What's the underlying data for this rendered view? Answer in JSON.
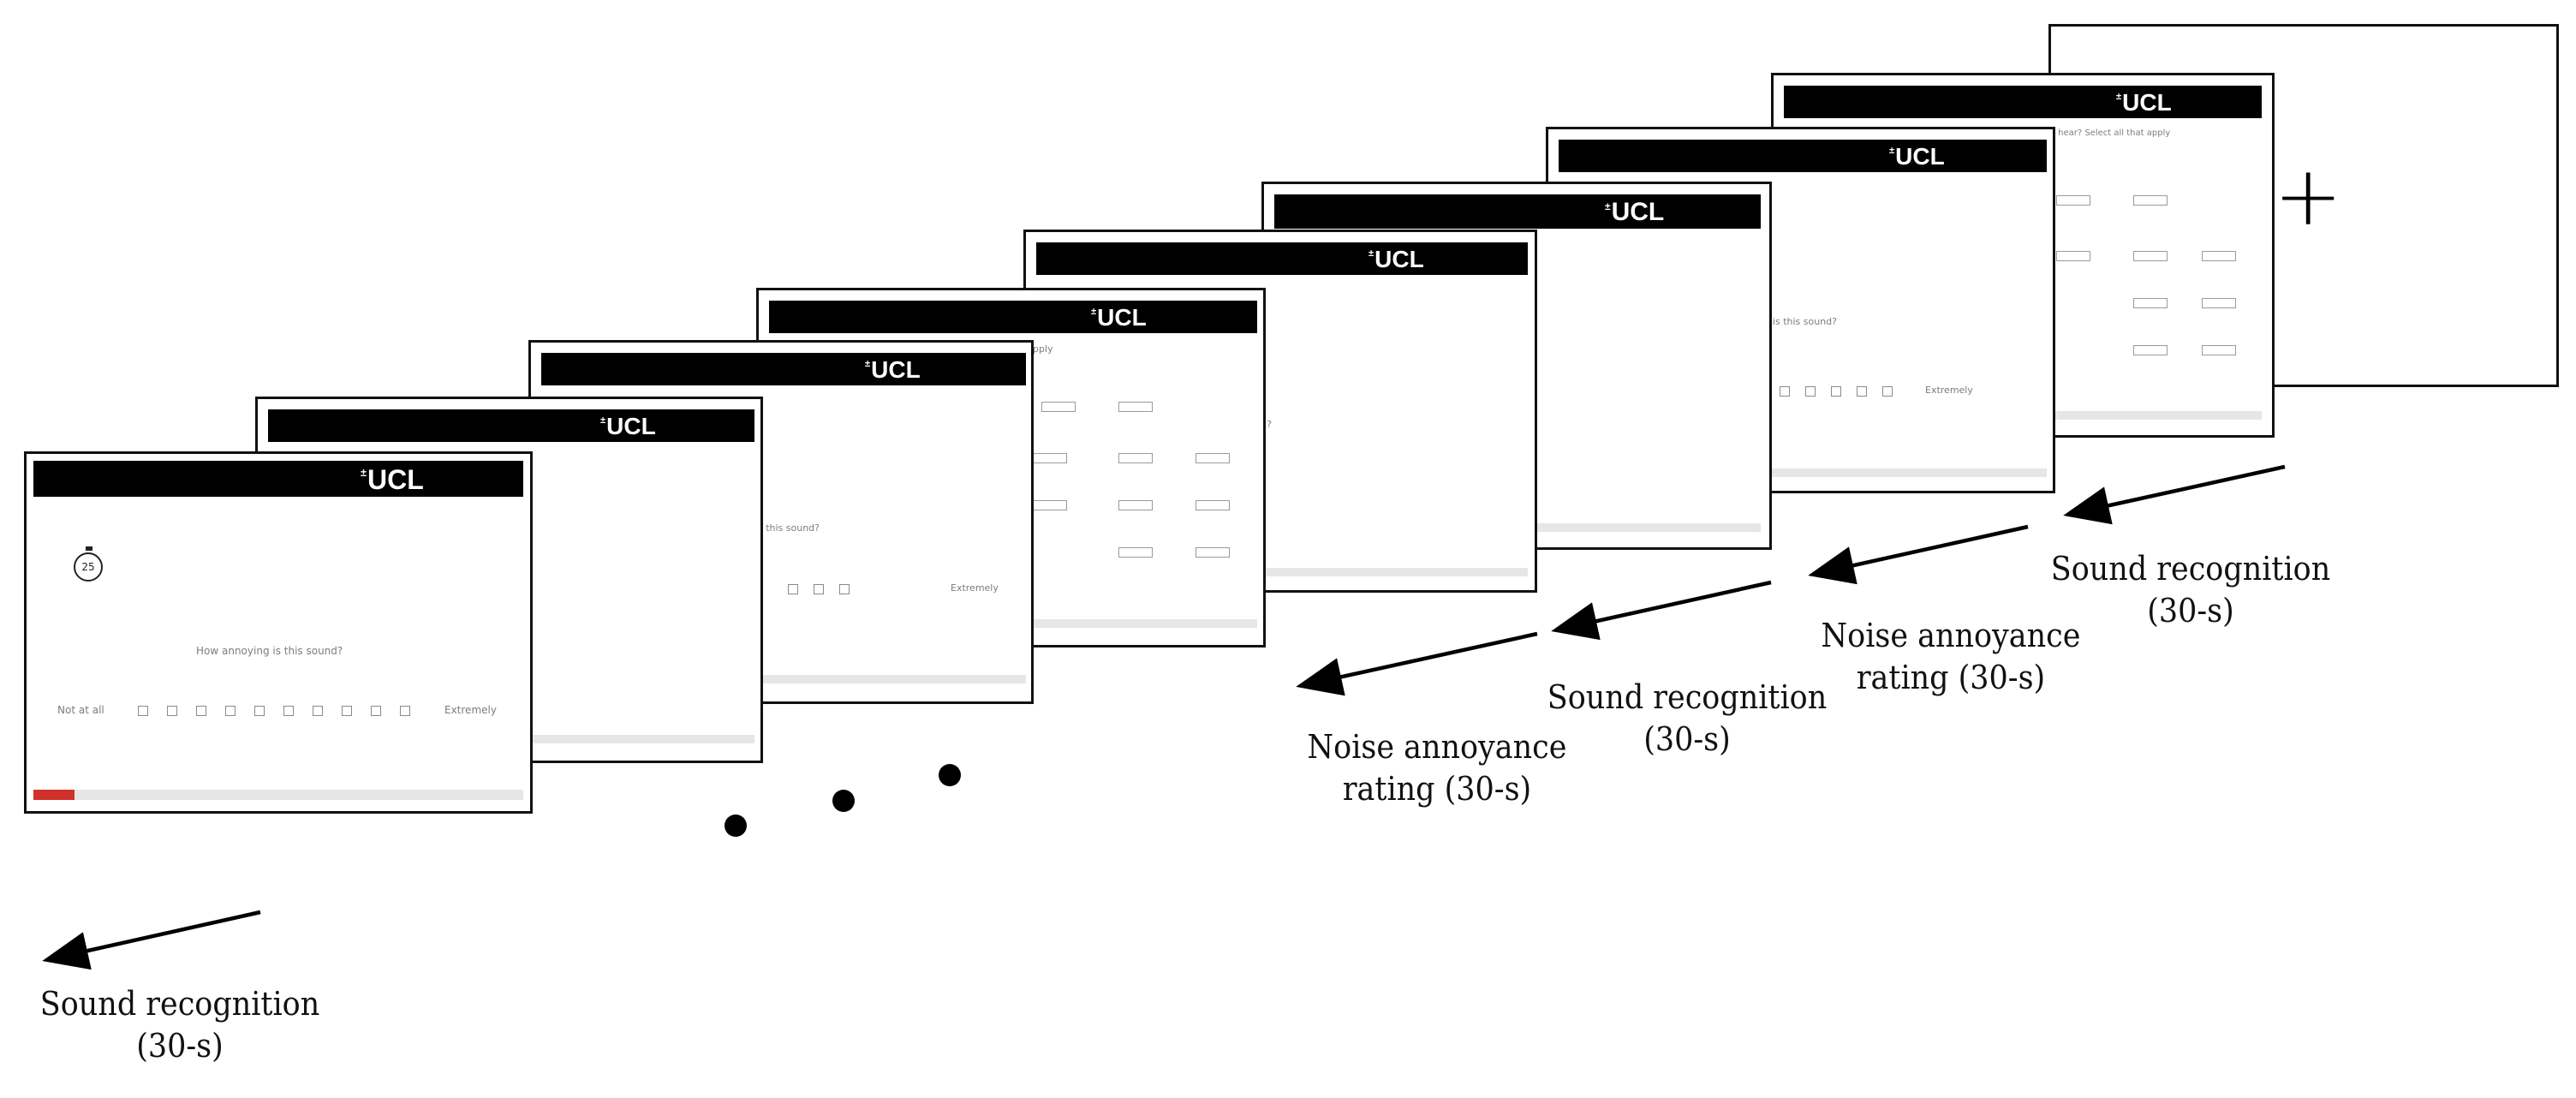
{
  "logo_text": "UCL",
  "logo_mark": "±",
  "fixation_symbol": "+",
  "rating_question": "How annoying is this sound?",
  "rating_left_anchor": "Not at all",
  "rating_right_anchor": "Extremely",
  "recognition_question": "What can you hear? Select all that apply",
  "timer_value": "25",
  "continuation_symbol": "• • •",
  "stages": [
    {
      "label_line1": "Sound recognition",
      "label_line2": "(30-s)"
    },
    {
      "label_line1": "Noise annoyance",
      "label_line2": "rating (30-s)"
    },
    {
      "label_line1": "Sound recognition",
      "label_line2": "(30-s)"
    },
    {
      "label_line1": "Noise annoyance",
      "label_line2": "rating (30-s)"
    },
    {
      "label_line1": "Sound recognition",
      "label_line2": "(30-s)"
    }
  ]
}
